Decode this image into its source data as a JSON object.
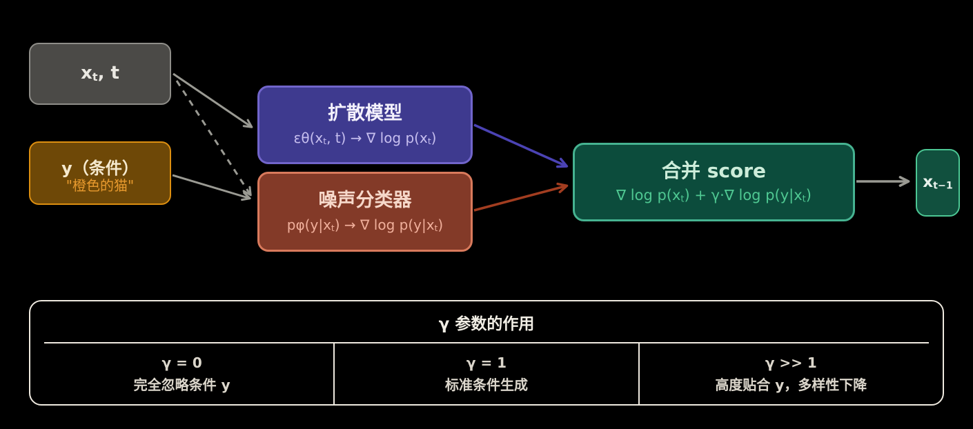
{
  "colors": {
    "bg": "#000000",
    "arrow_gray": "#9A9A93",
    "arrow_purple": "#4B43B4",
    "arrow_red": "#A23D20",
    "input_box_bg": "#4B4A47",
    "input_box_border": "#8F8E89",
    "input_text": "#EAE8E2",
    "condition_box_bg": "#6E4807",
    "condition_box_border": "#DD8F10",
    "condition_title": "#F5E9CE",
    "condition_subtitle": "#E89A2E",
    "diffusion_box_bg": "#3E3A8F",
    "diffusion_box_border": "#7165CB",
    "diffusion_title": "#F4F2FC",
    "diffusion_formula": "#C7BFEF",
    "classifier_box_bg": "#833A28",
    "classifier_box_border": "#D97A5C",
    "classifier_title": "#F6D8CA",
    "classifier_formula": "#F0AF9B",
    "merge_box_bg": "#0C4C3C",
    "merge_box_border": "#46B391",
    "merge_title": "#CDEDDA",
    "merge_formula": "#4FC892",
    "output_box_bg": "#11503E",
    "output_box_border": "#4CC794",
    "output_text": "#E8F2EC",
    "panel_border": "#EFEAE0",
    "panel_title": "#F0EDE4",
    "panel_text": "#DCD7CC"
  },
  "diagram": {
    "input_box": {
      "parts": [
        "x",
        "t",
        ", t"
      ]
    },
    "condition_box": {
      "title": "y（条件）",
      "subtitle": "\"橙色的猫\""
    },
    "diffusion_box": {
      "title": "扩散模型",
      "formula": [
        "εθ(x",
        "t",
        ", t) → ∇ log p(x",
        "t",
        ")"
      ]
    },
    "classifier_box": {
      "title": "噪声分类器",
      "formula": [
        "pφ(y|x",
        "t",
        ") → ∇ log p(y|x",
        "t",
        ")"
      ]
    },
    "merge_box": {
      "title": "合并 score",
      "formula": [
        "∇ log p(x",
        "t",
        ") + γ·∇ log p(y|x",
        "t",
        ")"
      ]
    },
    "output_box": {
      "parts": [
        "x",
        "t−1"
      ]
    }
  },
  "panel": {
    "title": "γ 参数的作用",
    "columns": [
      {
        "cond": "γ = 0",
        "desc": "完全忽略条件 y"
      },
      {
        "cond": "γ = 1",
        "desc": "标准条件生成"
      },
      {
        "cond": "γ >> 1",
        "desc": "高度贴合 y，多样性下降"
      }
    ]
  }
}
